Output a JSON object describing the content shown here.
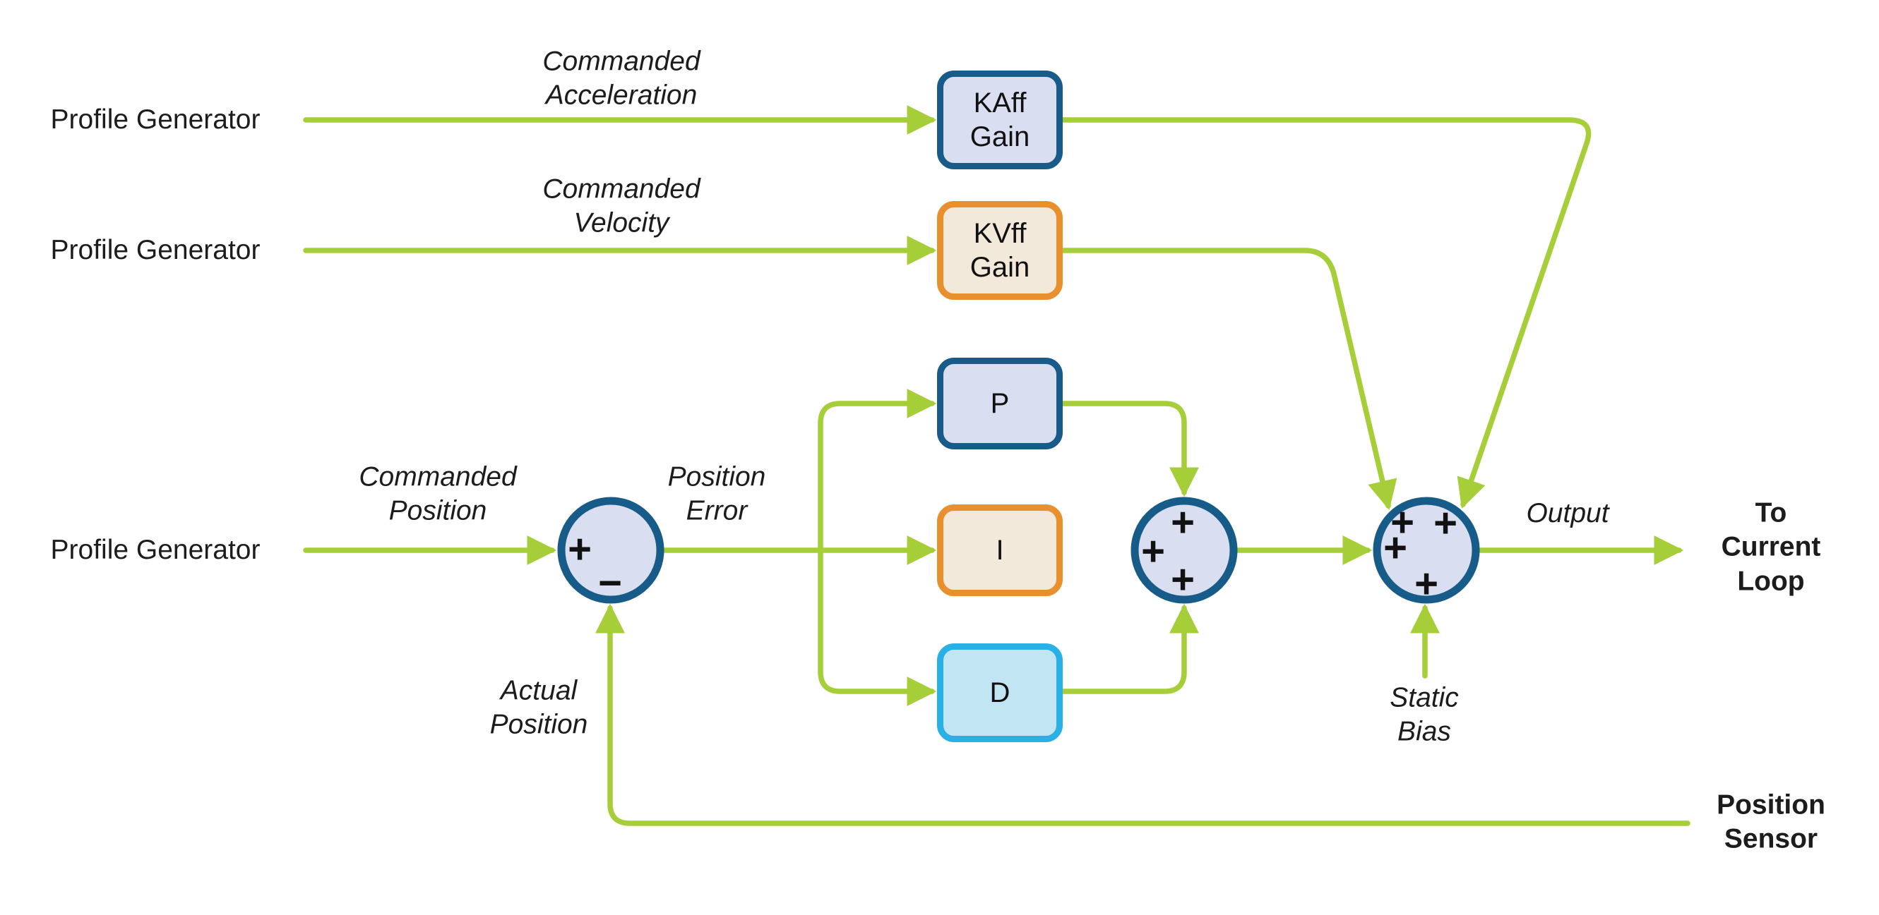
{
  "colors": {
    "signal_green": "#a5ce39",
    "blue_border": "#175b89",
    "blue_fill": "#d9def0",
    "orange_border": "#e88f2e",
    "orange_fill": "#f2e9da",
    "cyan_border": "#29b1e6",
    "cyan_fill": "#c2e5f4",
    "text": "#1c1c1c"
  },
  "sources": [
    {
      "label": "Profile Generator"
    },
    {
      "label": "Profile Generator"
    },
    {
      "label": "Profile Generator"
    }
  ],
  "signal_labels": {
    "commanded_acceleration": "Commanded\nAcceleration",
    "commanded_velocity": "Commanded\nVelocity",
    "commanded_position": "Commanded\nPosition",
    "position_error": "Position\nError",
    "actual_position": "Actual\nPosition",
    "static_bias": "Static\nBias",
    "output": "Output"
  },
  "blocks": [
    {
      "id": "kaff-gain",
      "label": "KAff\nGain",
      "style": "blue"
    },
    {
      "id": "kvff-gain",
      "label": "KVff\nGain",
      "style": "orange"
    },
    {
      "id": "proportional",
      "label": "P",
      "style": "blue"
    },
    {
      "id": "integral",
      "label": "I",
      "style": "orange"
    },
    {
      "id": "derivative",
      "label": "D",
      "style": "cyan"
    }
  ],
  "junctions": [
    {
      "id": "position-sum",
      "signs": [
        "+",
        "−"
      ]
    },
    {
      "id": "pid-sum",
      "signs": [
        "+",
        "+",
        "+"
      ]
    },
    {
      "id": "output-sum",
      "signs": [
        "+",
        "+",
        "+",
        "+"
      ]
    }
  ],
  "endpoints": {
    "to_current_loop": "To Current\nLoop",
    "position_sensor": "Position\nSensor"
  }
}
